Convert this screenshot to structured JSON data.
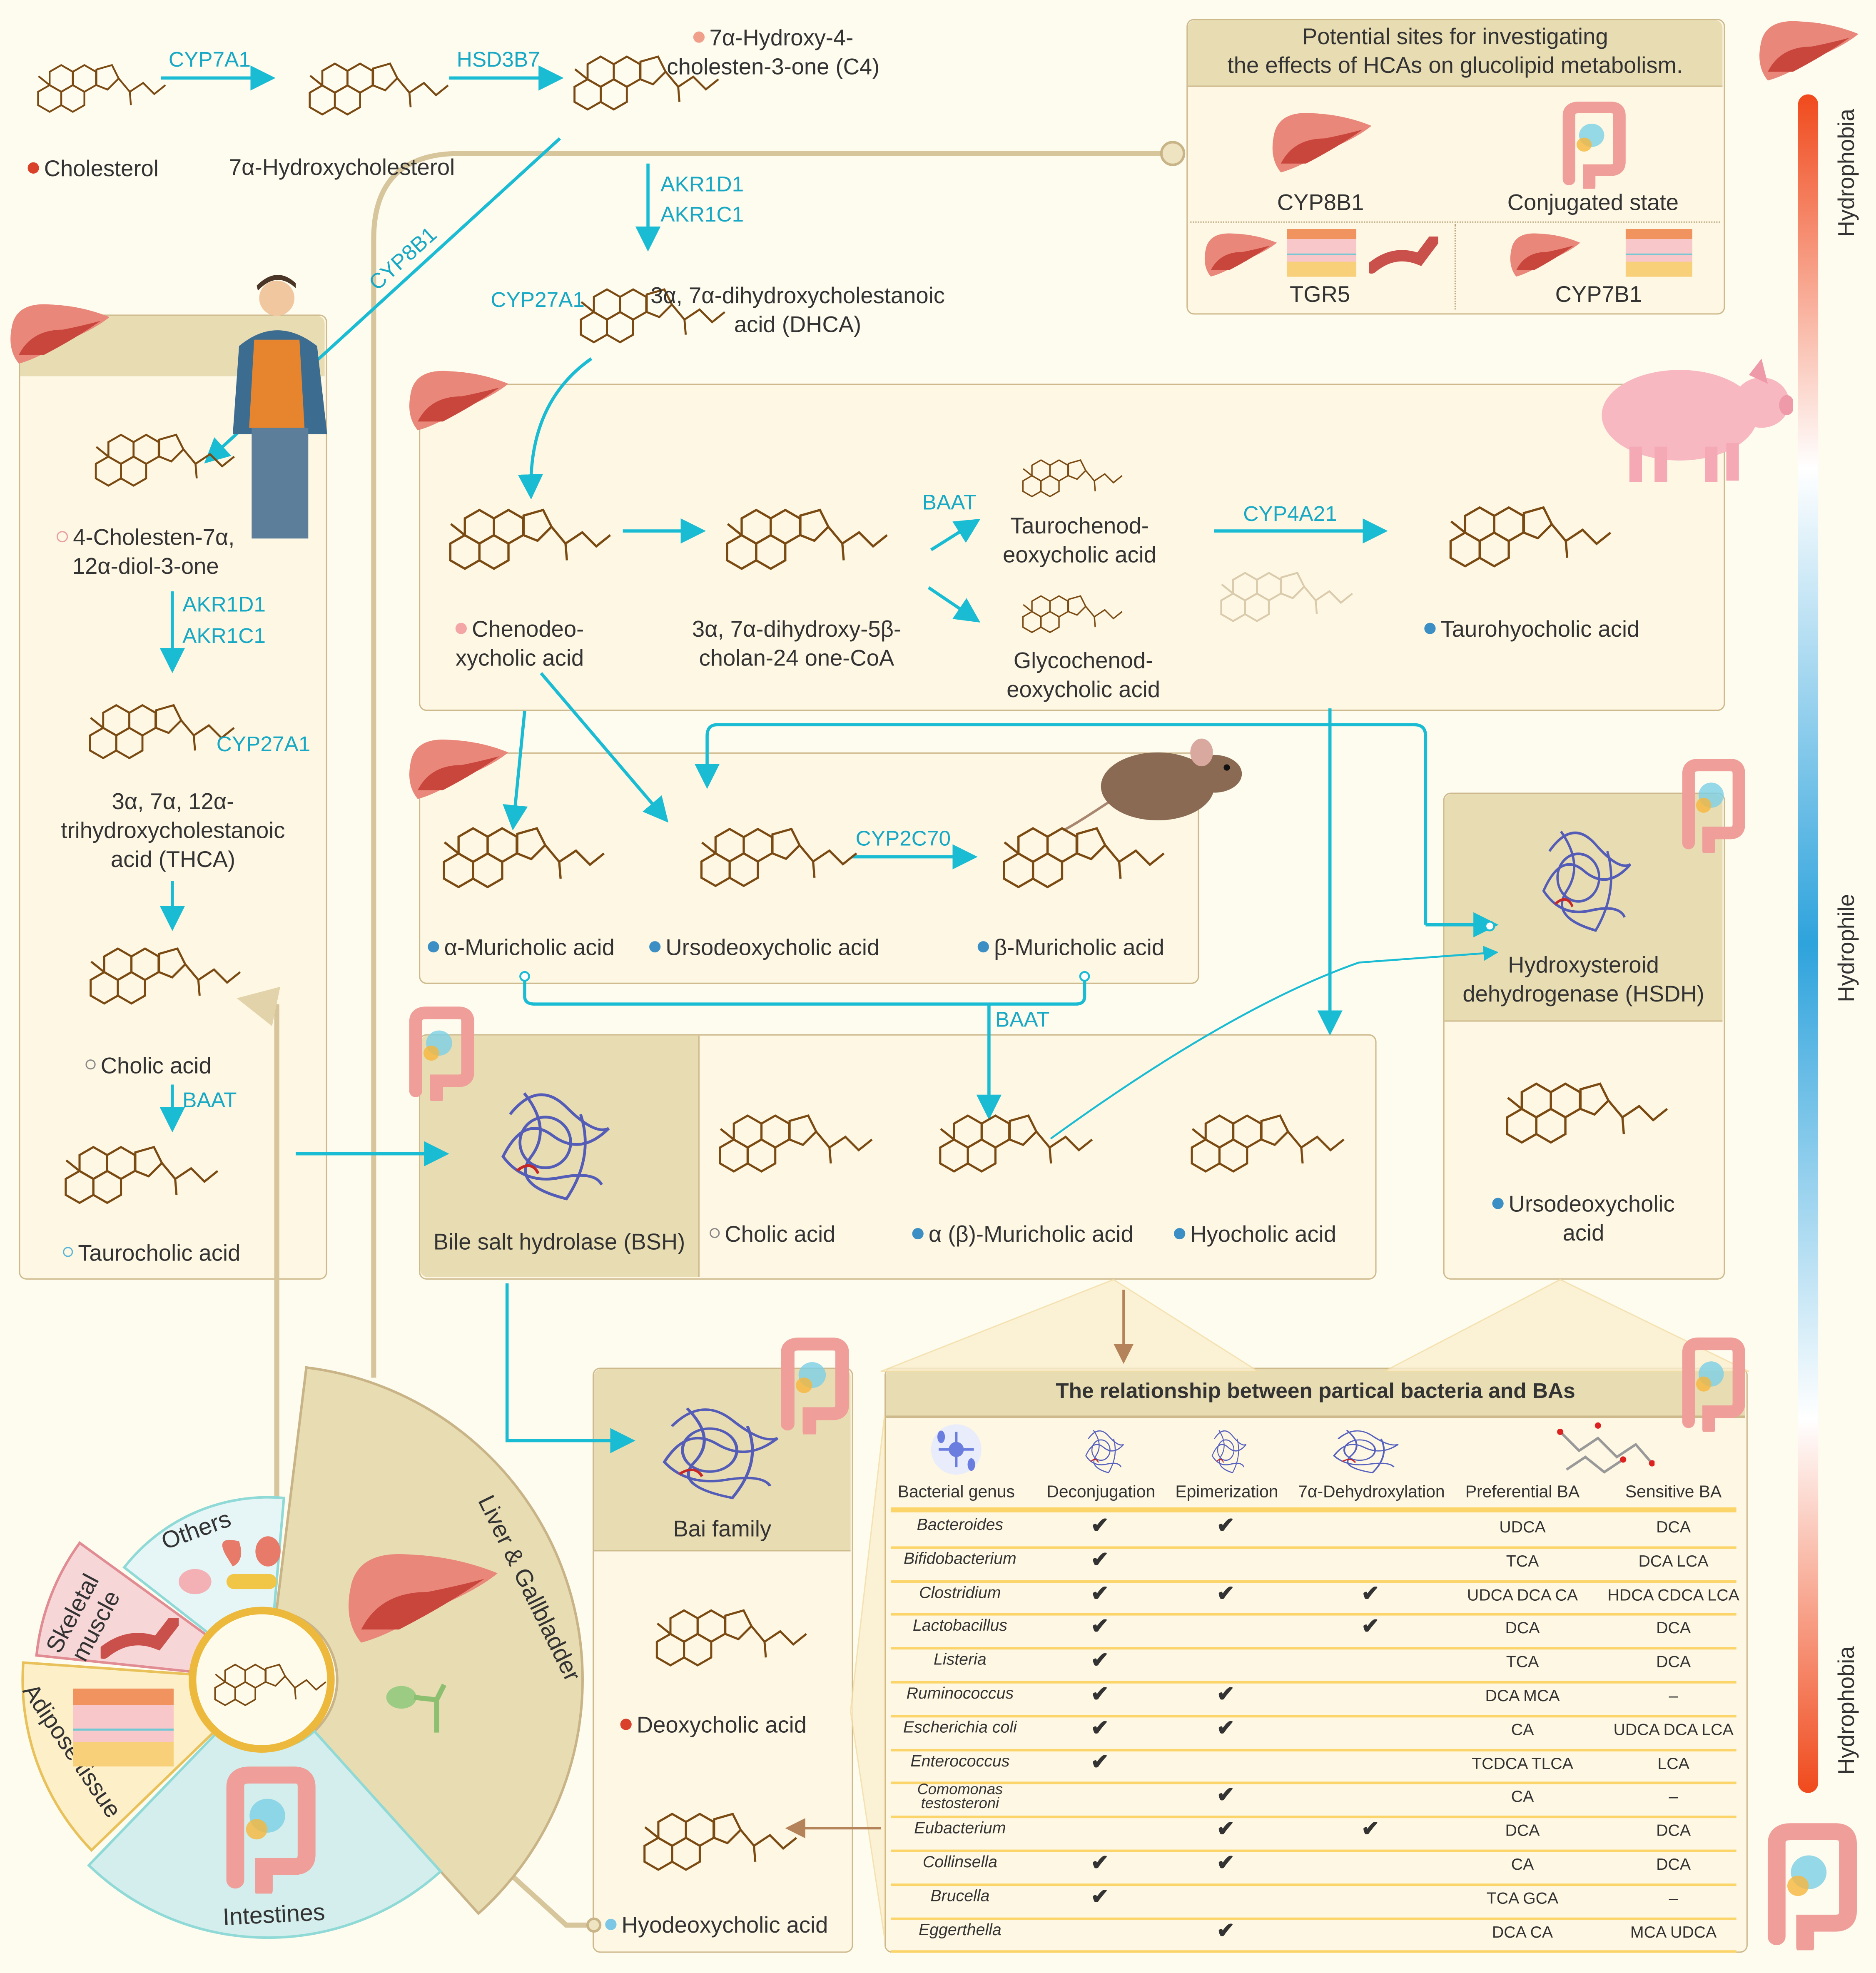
{
  "top_row": {
    "cholesterol": "Cholesterol",
    "cyp7a1": "CYP7A1",
    "hydroxycholesterol": "7α-Hydroxycholesterol",
    "hsd3b7": "HSD3B7",
    "c4_line1": "7α-Hydroxy-4-",
    "c4_line2": "cholesten-3-one (C4)",
    "akr1d1": "AKR1D1",
    "akr1c1": "AKR1C1",
    "cyp8b1": "CYP8B1",
    "cyp27a1": "CYP27A1",
    "dhca_line1": "3α, 7α-dihydroxycholestanoic",
    "dhca_line2": "acid (DHCA)"
  },
  "sites_box": {
    "title_line1": "Potential sites for investigating",
    "title_line2": "the effects of HCAs on glucolipid metabolism.",
    "items": [
      "CYP8B1",
      "Conjugated state",
      "TGR5",
      "CYP7B1"
    ]
  },
  "gradient": {
    "top_label": "Hydrophobia",
    "middle_label": "Hydrophile",
    "bottom_label": "Hydrophobia",
    "colors": [
      "#f04a1c",
      "#ffffff",
      "#2ea3dc",
      "#ffffff",
      "#f04a1c"
    ]
  },
  "left_panel": {
    "diol_line1": "4-Cholesten-7α,",
    "diol_line2": "12α-diol-3-one",
    "akr1d1": "AKR1D1",
    "akr1c1": "AKR1C1",
    "cyp27a1": "CYP27A1",
    "thca_line1": "3α, 7α, 12α-",
    "thca_line2": "trihydroxycholestanoic",
    "thca_line3": "acid (THCA)",
    "cholic": "Cholic acid",
    "baat": "BAAT",
    "taurocholic": "Taurocholic acid"
  },
  "middle_panel": {
    "cdca_line1": "Chenodeo-",
    "cdca_line2": "xycholic acid",
    "coa_line1": "3α, 7α-dihydroxy-5β-",
    "coa_line2": "cholan-24 one-CoA",
    "baat": "BAAT",
    "tcdca_line1": "Taurochenod-",
    "tcdca_line2": "eoxycholic acid",
    "gcdca_line1": "Glycochenod-",
    "gcdca_line2": "eoxycholic acid",
    "cyp4a21": "CYP4A21",
    "taurohyocholic": "Taurohyocholic acid"
  },
  "mouse_panel": {
    "alpha_mca": "α-Muricholic acid",
    "udca": "Ursodeoxycholic acid",
    "cyp2c70": "CYP2C70",
    "beta_mca": "β-Muricholic acid",
    "baat": "BAAT"
  },
  "hsdh_panel": {
    "title_line1": "Hydroxysteroid",
    "title_line2": "dehydrogenase (HSDH)",
    "udca_line1": "Ursodeoxycholic",
    "udca_line2": "acid"
  },
  "bsh_panel": {
    "title": "Bile salt hydrolase (BSH)",
    "cholic": "Cholic acid",
    "muricholic": "α (β)-Muricholic acid",
    "hyocholic": "Hyocholic acid"
  },
  "bai_panel": {
    "title": "Bai family",
    "deoxycholic": "Deoxycholic acid",
    "hyodeoxycholic": "Hyodeoxycholic acid"
  },
  "table": {
    "title": "The relationship between partical bacteria and BAs",
    "headers": [
      "Bacterial genus",
      "Deconjugation",
      "Epimerization",
      "7α-Dehydroxylation",
      "Preferential BA",
      "Sensitive BA"
    ],
    "check_mark": "✔",
    "rows": [
      {
        "genus": "Bacteroides",
        "decon": true,
        "epi": true,
        "dehyd": false,
        "pref": "UDCA",
        "sens": "DCA"
      },
      {
        "genus": "Bifidobacterium",
        "decon": true,
        "epi": false,
        "dehyd": false,
        "pref": "TCA",
        "sens": "DCA  LCA"
      },
      {
        "genus": "Clostridium",
        "decon": true,
        "epi": true,
        "dehyd": true,
        "pref": "UDCA  DCA  CA",
        "sens": "HDCA  CDCA  LCA"
      },
      {
        "genus": "Lactobacillus",
        "decon": true,
        "epi": false,
        "dehyd": true,
        "pref": "DCA",
        "sens": "DCA"
      },
      {
        "genus": "Listeria",
        "decon": true,
        "epi": false,
        "dehyd": false,
        "pref": "TCA",
        "sens": "DCA"
      },
      {
        "genus": "Ruminococcus",
        "decon": true,
        "epi": true,
        "dehyd": false,
        "pref": "DCA  MCA",
        "sens": "–"
      },
      {
        "genus": "Escherichia coli",
        "decon": true,
        "epi": true,
        "dehyd": false,
        "pref": "CA",
        "sens": "UDCA  DCA  LCA"
      },
      {
        "genus": "Enterococcus",
        "decon": true,
        "epi": false,
        "dehyd": false,
        "pref": "TCDCA  TLCA",
        "sens": "LCA"
      },
      {
        "genus": "Comomonas testosteroni",
        "decon": false,
        "epi": true,
        "dehyd": false,
        "pref": "CA",
        "sens": "–"
      },
      {
        "genus": "Eubacterium",
        "decon": false,
        "epi": true,
        "dehyd": true,
        "pref": "DCA",
        "sens": "DCA"
      },
      {
        "genus": "Collinsella",
        "decon": true,
        "epi": true,
        "dehyd": false,
        "pref": "CA",
        "sens": "DCA"
      },
      {
        "genus": "Brucella",
        "decon": true,
        "epi": false,
        "dehyd": false,
        "pref": "TCA  GCA",
        "sens": "–"
      },
      {
        "genus": "Eggerthella",
        "decon": false,
        "epi": true,
        "dehyd": false,
        "pref": "DCA  CA",
        "sens": "MCA  UDCA"
      }
    ]
  },
  "wheel": {
    "sectors": [
      {
        "label": "Liver & Gallbladder",
        "fill": "#e8dcb2",
        "stroke": "#c9b488"
      },
      {
        "label": "Intestines",
        "fill": "#d3eeec",
        "stroke": "#8fd9d6"
      },
      {
        "label": "Adipose tissue",
        "fill": "#fdf0c8",
        "stroke": "#e8c15a"
      },
      {
        "label": "Skeletal muscle",
        "fill": "#f7d6d8",
        "stroke": "#e08c92"
      },
      {
        "label": "Others",
        "fill": "#e6f6f7",
        "stroke": "#8fd9d6"
      }
    ]
  },
  "colors": {
    "enzyme": "#16a8c4",
    "arrow": "#19bcd3",
    "panel": "#fdf7e3",
    "panel_header": "#e8dcb2",
    "molecule": "#7a4a12",
    "check": "#f7b20d"
  }
}
